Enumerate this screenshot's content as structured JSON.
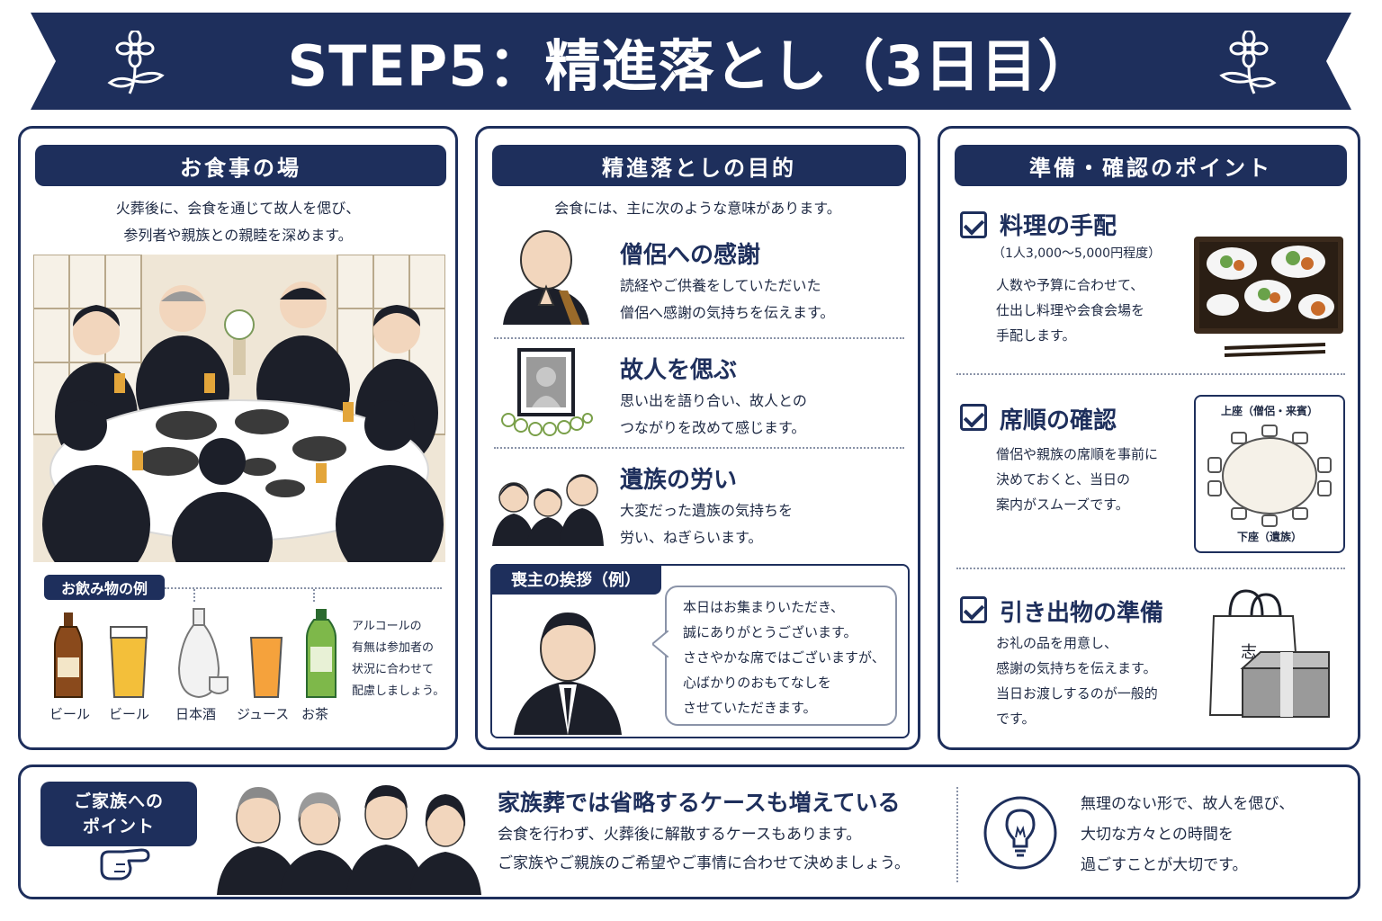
{
  "title": "STEP5：精進落とし（3日目）",
  "meal": {
    "heading": "お食事の場",
    "desc_line1": "火葬後に、会食を通じて故人を偲び、",
    "desc_line2": "参列者や親族との親睦を深めます。",
    "drinks_heading": "お飲み物の例",
    "drinks": [
      "ビール",
      "ビール",
      "日本酒",
      "ジュース",
      "お茶"
    ],
    "alcohol_note": [
      "アルコールの",
      "有無は参加者の",
      "状況に合わせて",
      "配慮しましょう。"
    ]
  },
  "purpose": {
    "heading": "精進落としの目的",
    "intro": "会食には、主に次のような意味があります。",
    "items": [
      {
        "title": "僧侶への感謝",
        "line1": "読経やご供養をしていただいた",
        "line2": "僧侶へ感謝の気持ちを伝えます。"
      },
      {
        "title": "故人を偲ぶ",
        "line1": "思い出を語り合い、故人との",
        "line2": "つながりを改めて感じます。"
      },
      {
        "title": "遺族の労い",
        "line1": "大変だった遺族の気持ちを",
        "line2": "労い、ねぎらいます。"
      }
    ],
    "greeting_heading": "喪主の挨拶（例）",
    "greeting_lines": [
      "本日はお集まりいただき、",
      "誠にありがとうございます。",
      "ささやかな席ではございますが、",
      "心ばかりのおもてなしを",
      "させていただきます。"
    ]
  },
  "prep": {
    "heading": "準備・確認のポイント",
    "items": [
      {
        "title": "料理の手配",
        "sub": "（1人3,000〜5,000円程度）",
        "lines": [
          "人数や予算に合わせて、",
          "仕出し料理や会食会場を",
          "手配します。"
        ]
      },
      {
        "title": "席順の確認",
        "lines": [
          "僧侶や親族の席順を事前に",
          "決めておくと、当日の",
          "案内がスムーズです。"
        ]
      },
      {
        "title": "引き出物の準備",
        "lines": [
          "お礼の品を用意し、",
          "感謝の気持ちを伝えます。",
          "当日お渡しするのが一般的",
          "です。"
        ]
      }
    ],
    "seat_top": "上座（僧侶・来賓）",
    "seat_bottom": "下座（遺族）",
    "bag_mark": "志"
  },
  "family": {
    "badge_line1": "ご家族への",
    "badge_line2": "ポイント",
    "heading": "家族葬では省略するケースも増えている",
    "line1": "会食を行わず、火葬後に解散するケースもあります。",
    "line2": "ご家族やご親族のご希望やご事情に合わせて決めましょう。",
    "tip": [
      "無理のない形で、故人を偲び、",
      "大切な方々との時間を",
      "過ごすことが大切です。"
    ]
  },
  "colors": {
    "navy": "#1e2f5c",
    "accent_text": "#1f2a44"
  }
}
